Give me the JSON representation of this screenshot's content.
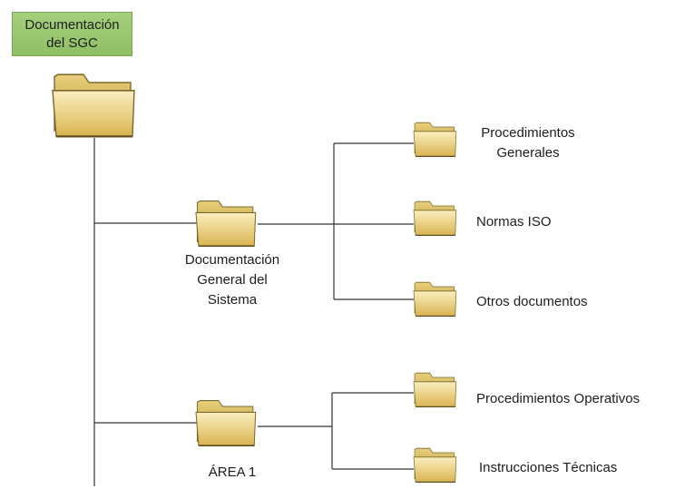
{
  "root": {
    "label": "Documentación\ndel SGC"
  },
  "branches": [
    {
      "label": "Documentación\nGeneral del\nSistema",
      "children": [
        {
          "label": "Procedimientos\nGenerales"
        },
        {
          "label": "Normas ISO"
        },
        {
          "label": "Otros documentos"
        }
      ]
    },
    {
      "label": "ÁREA 1",
      "children": [
        {
          "label": "Procedimientos Operativos"
        },
        {
          "label": "Instrucciones Técnicas"
        }
      ]
    }
  ],
  "colors": {
    "folder_light": "#f7e7a6",
    "folder_mid": "#e6c86a",
    "folder_dark": "#8a7a3a",
    "root_label_bg": "#9cc870",
    "line": "#333333"
  }
}
